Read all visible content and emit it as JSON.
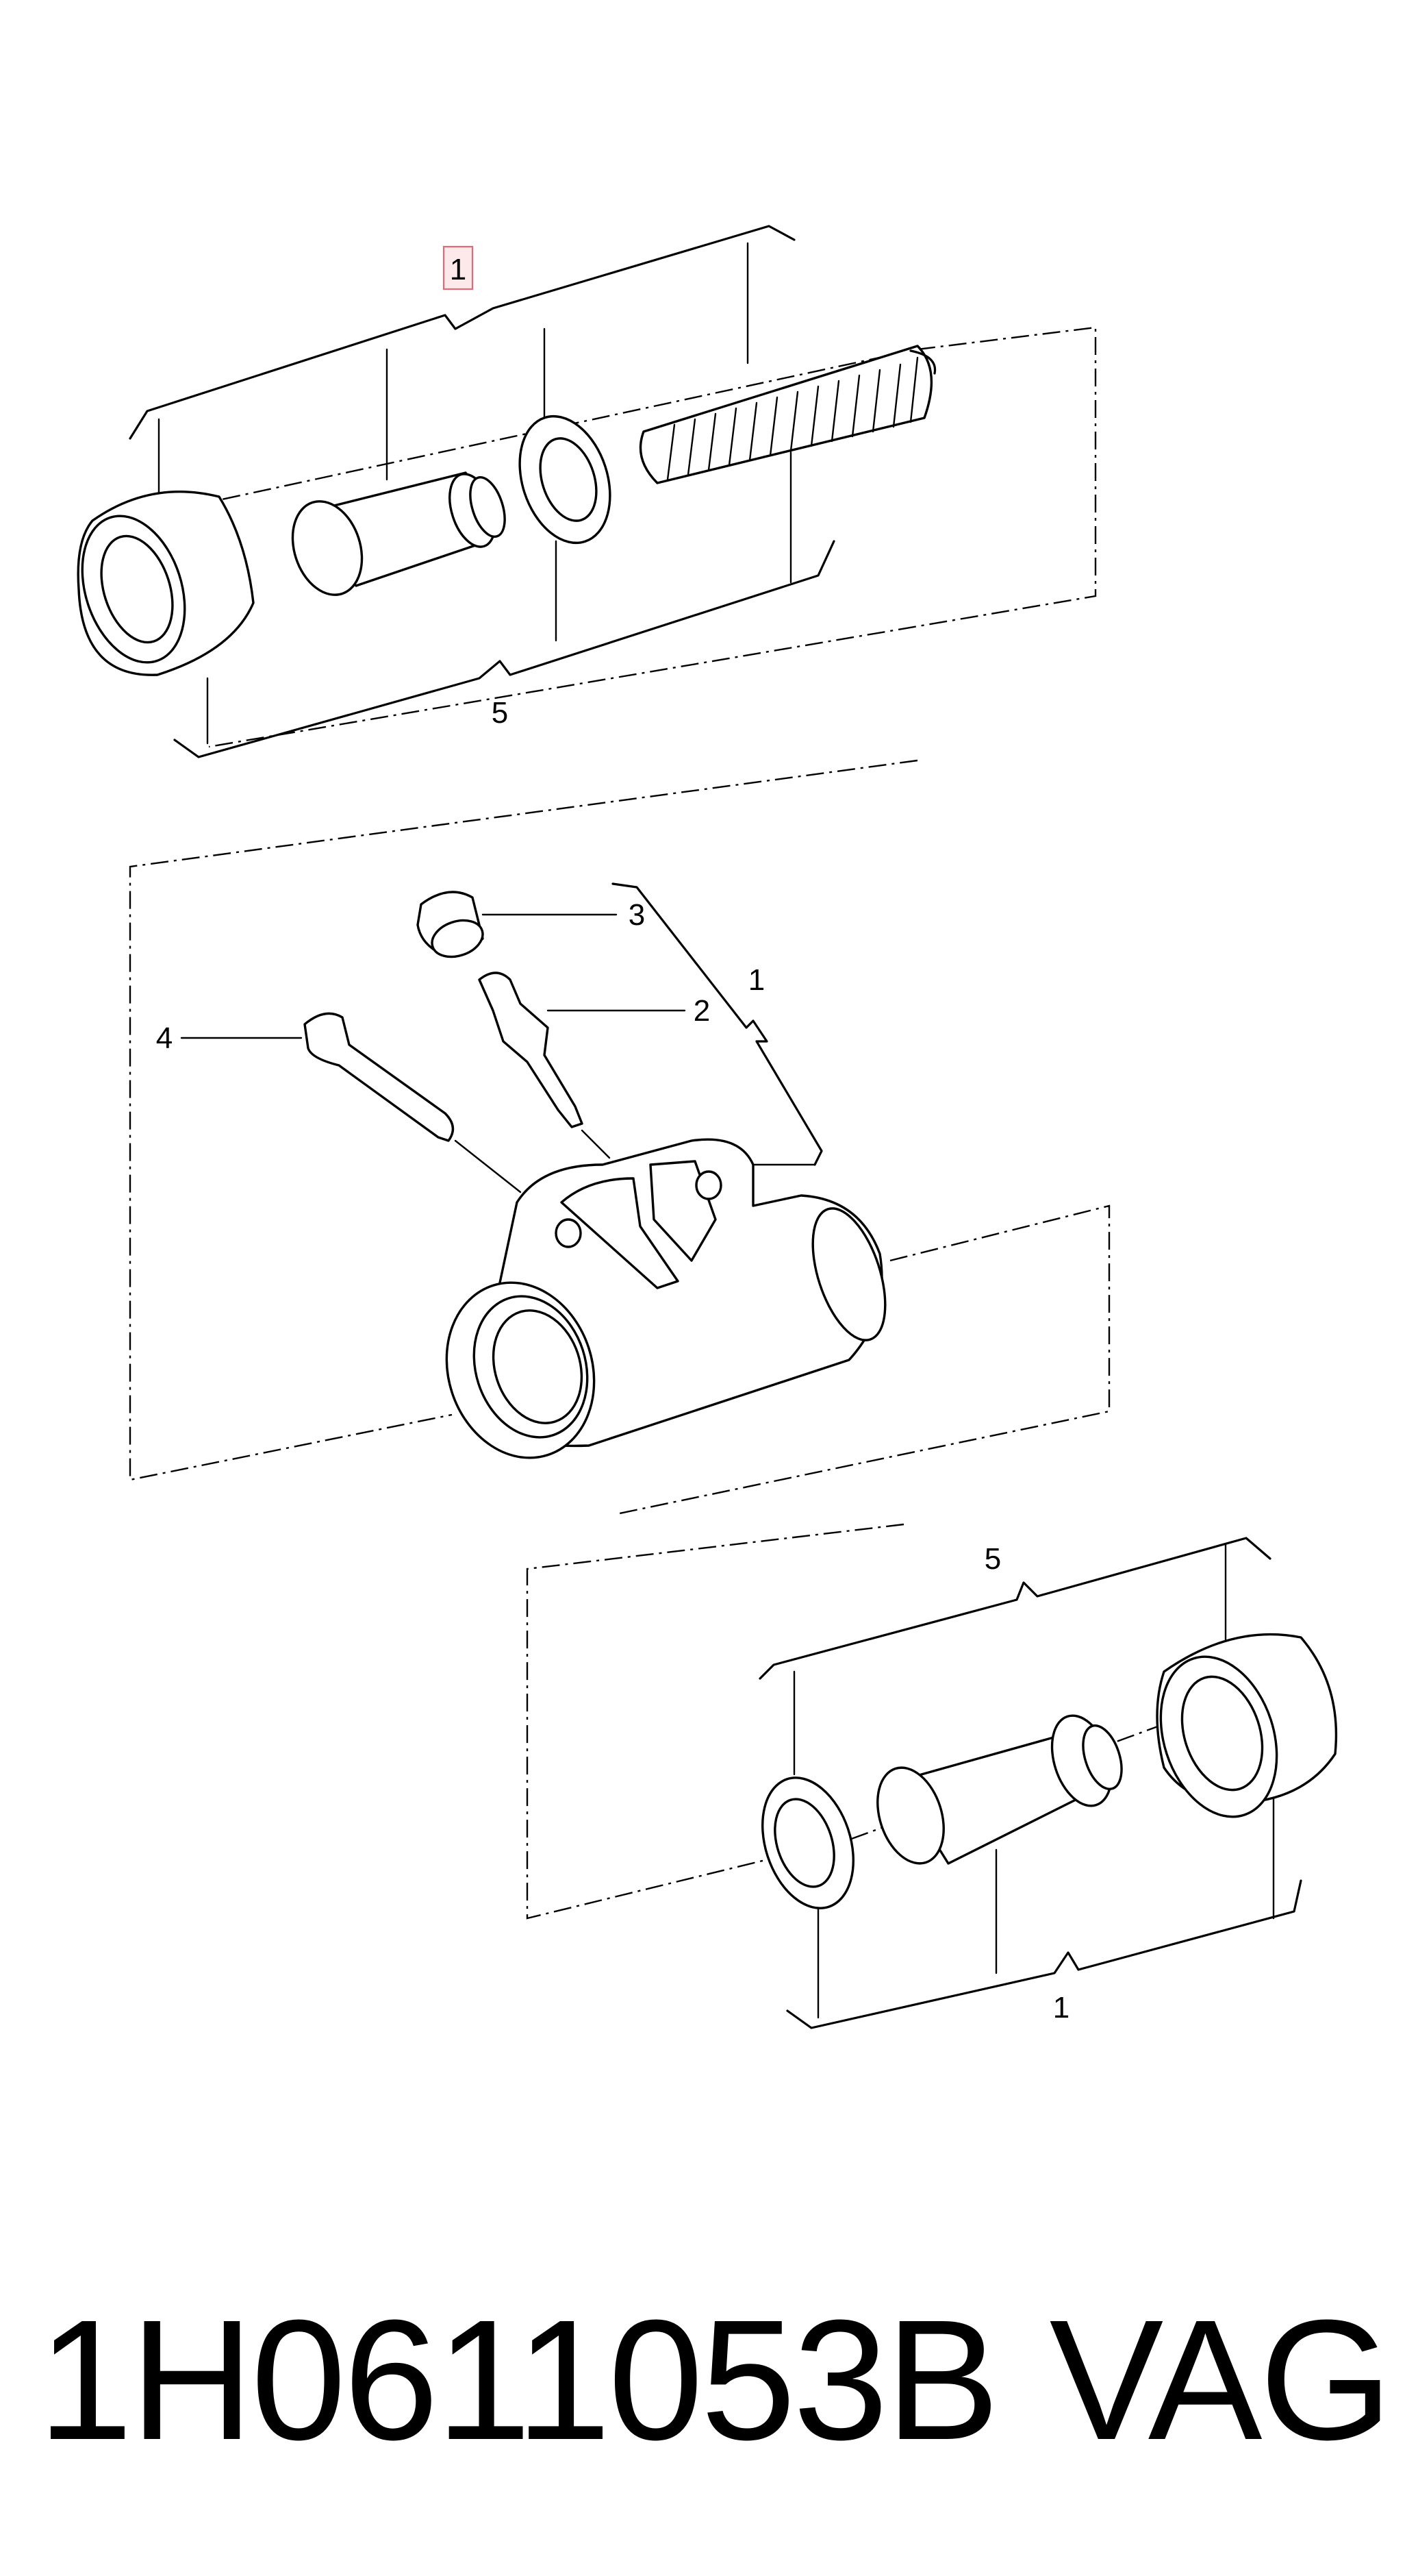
{
  "callouts": {
    "top_kit_highlighted": "1",
    "top_seal_kit": "5",
    "cap": "3",
    "bleeder_valve": "2",
    "bolt": "4",
    "cylinder_assembly": "1",
    "bottom_seal_kit": "5",
    "bottom_kit": "1"
  },
  "footer": {
    "part_number": "1H0611053B",
    "brand": "VAG"
  }
}
